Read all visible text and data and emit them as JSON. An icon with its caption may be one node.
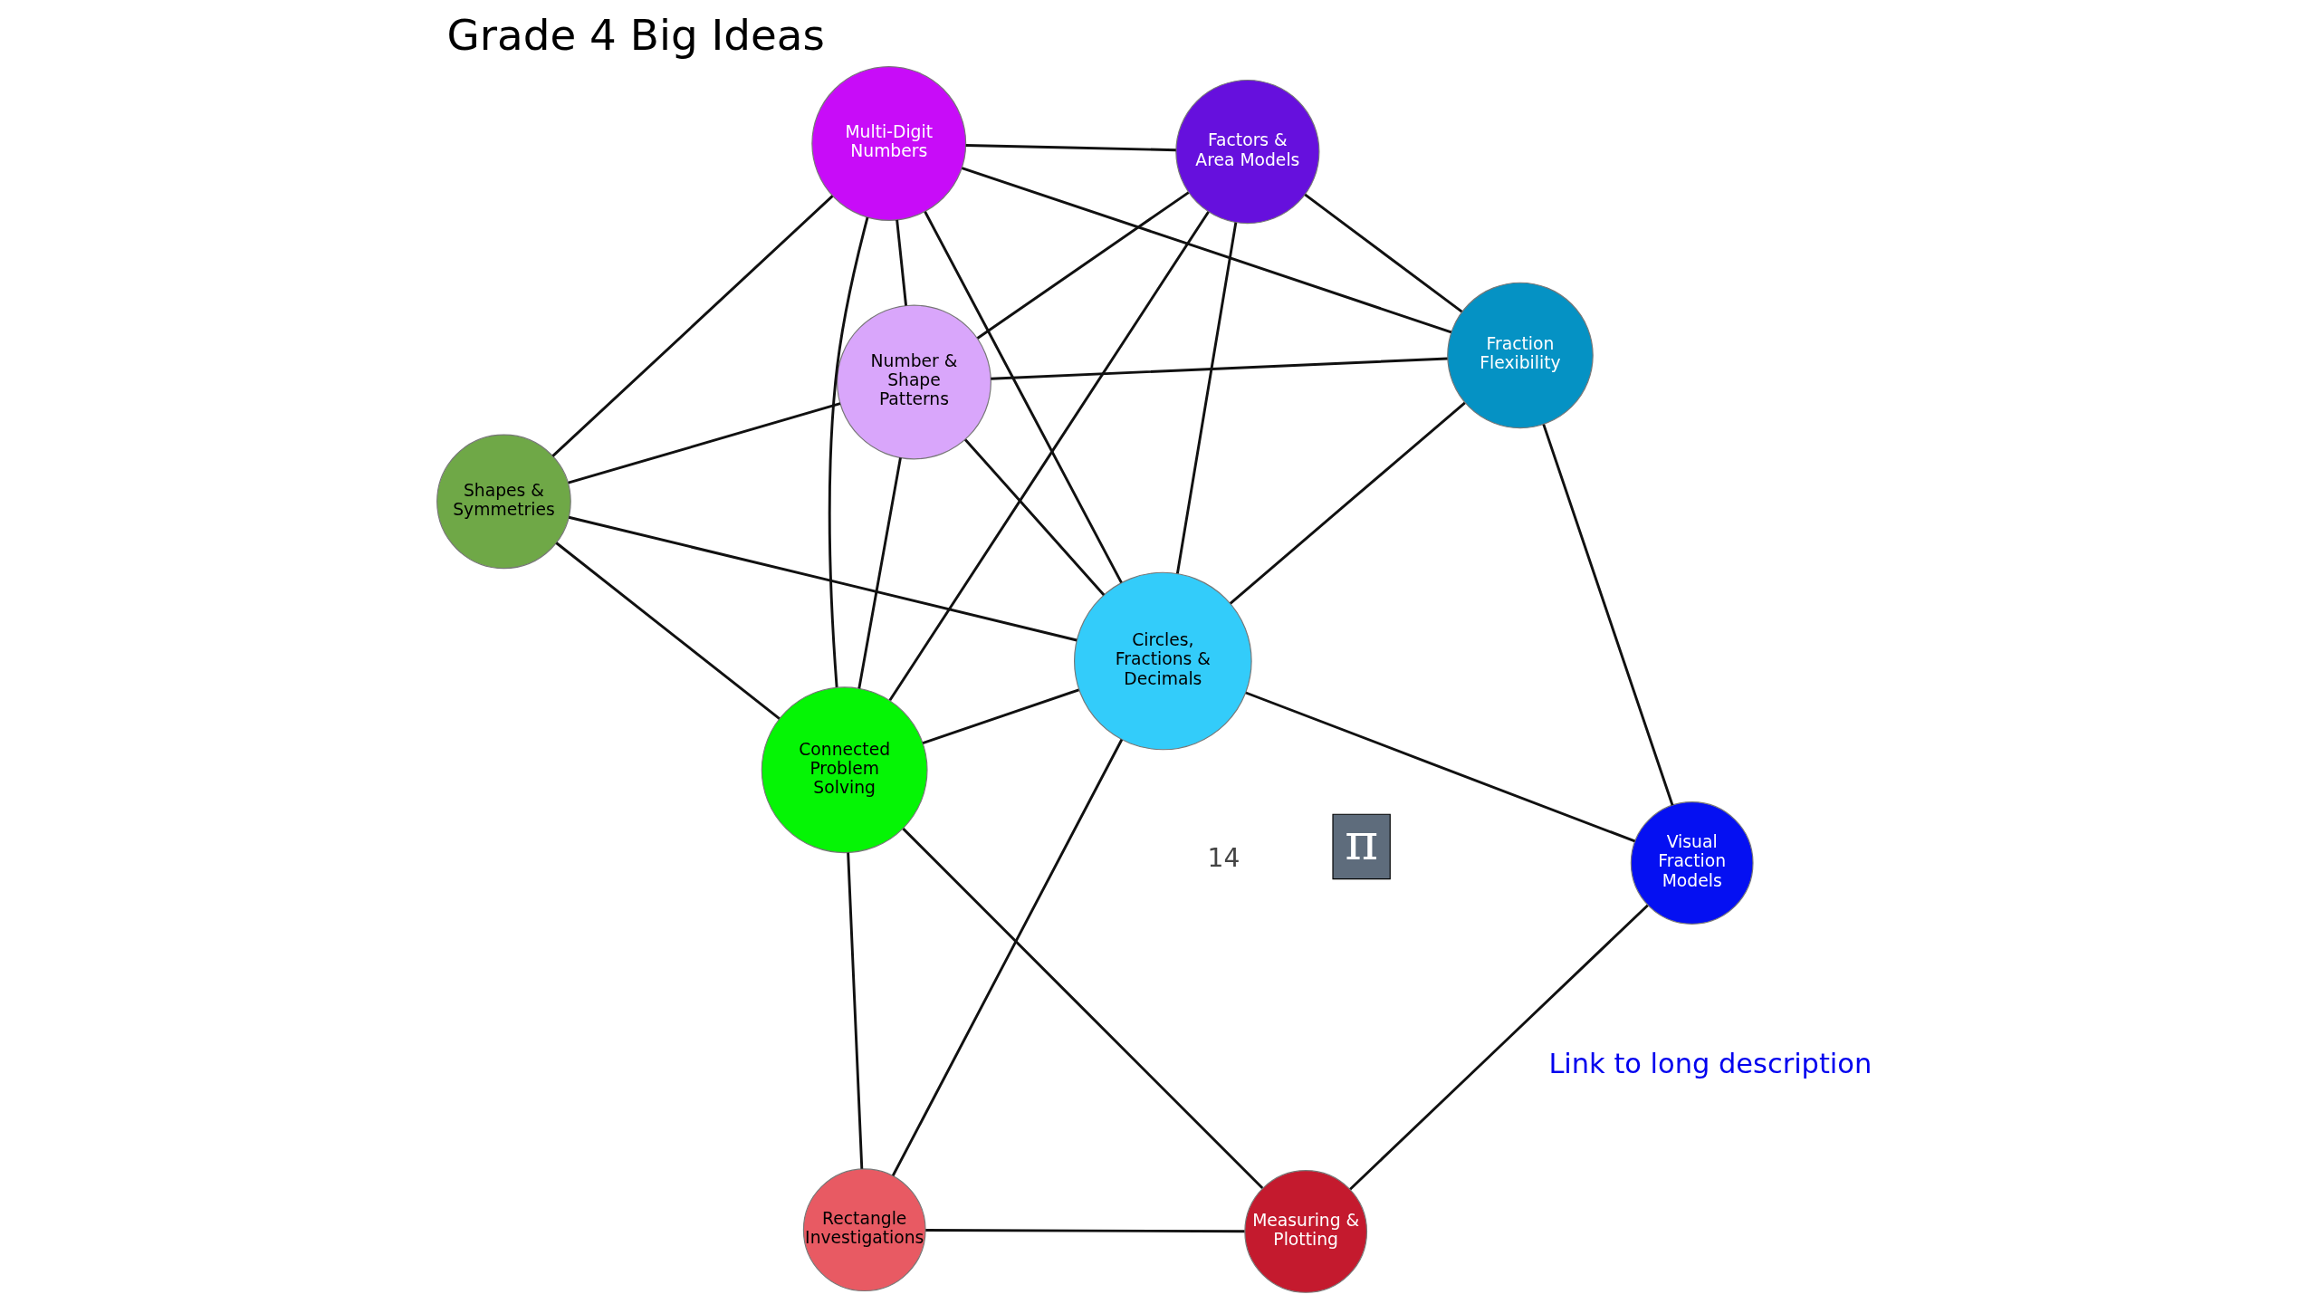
{
  "diagram": {
    "title": "Grade 4 Big Ideas",
    "nodes": [
      {
        "text": [
          "Multi-Digit Numbers"
        ]
      },
      {
        "text": [
          "Fraction Flexibility"
        ]
      },
      {
        "text": [
          "Number & Shape Patterns"
        ]
      },
      {
        "text": [
          "Shapes & Symmetries"
        ]
      },
      {
        "text": [
          "Circles, Fractions & Decimals"
        ]
      },
      {
        "text": [
          "Factors & Area Models"
        ]
      },
      {
        "text": [
          "Rectangle Investigations"
        ]
      },
      {
        "text": [
          "Visual Fraction Models"
        ]
      },
      {
        "text": [
          "Measuring & Plotting"
        ]
      },
      {
        "text": [
          "Connected Problem Solving"
        ]
      }
    ],
    "edges": [
      {
        "from": 0,
        "to": 1,
        "arrow": "none"
      },
      {
        "from": 0,
        "to": 2,
        "arrow": "none"
      },
      {
        "from": 0,
        "to": 5,
        "arrow": "none"
      },
      {
        "from": 0,
        "to": 4,
        "arrow": "none"
      },
      {
        "from": 0,
        "to": 3,
        "arrow": "none"
      },
      {
        "from": 0,
        "to": 9,
        "arrow": "none"
      },
      {
        "from": 1,
        "to": 2,
        "arrow": "none"
      },
      {
        "from": 1,
        "to": 4,
        "arrow": "none"
      },
      {
        "from": 1,
        "to": 5,
        "arrow": "none"
      },
      {
        "from": 1,
        "to": 7,
        "arrow": "none"
      },
      {
        "from": 2,
        "to": 5,
        "arrow": "none"
      },
      {
        "from": 2,
        "to": 4,
        "arrow": "none"
      },
      {
        "from": 2,
        "to": 3,
        "arrow": "none"
      },
      {
        "from": 2,
        "to": 9,
        "arrow": "none"
      },
      {
        "from": 3,
        "to": 4,
        "arrow": "none"
      },
      {
        "from": 3,
        "to": 9,
        "arrow": "none"
      },
      {
        "from": 4,
        "to": 5,
        "arrow": "none"
      },
      {
        "from": 4,
        "to": 6,
        "arrow": "none"
      },
      {
        "from": 4,
        "to": 7,
        "arrow": "none"
      },
      {
        "from": 4,
        "to": 9,
        "arrow": "none"
      },
      {
        "from": 5,
        "to": 9,
        "arrow": "none"
      },
      {
        "from": 7,
        "to": 8,
        "arrow": "none"
      },
      {
        "from": 8,
        "to": 6,
        "arrow": "none"
      },
      {
        "from": 8,
        "to": 9,
        "arrow": "none"
      },
      {
        "from": 6,
        "to": 9,
        "arrow": "none"
      }
    ],
    "labels": [
      "π",
      "Link to long description",
      "14"
    ]
  }
}
